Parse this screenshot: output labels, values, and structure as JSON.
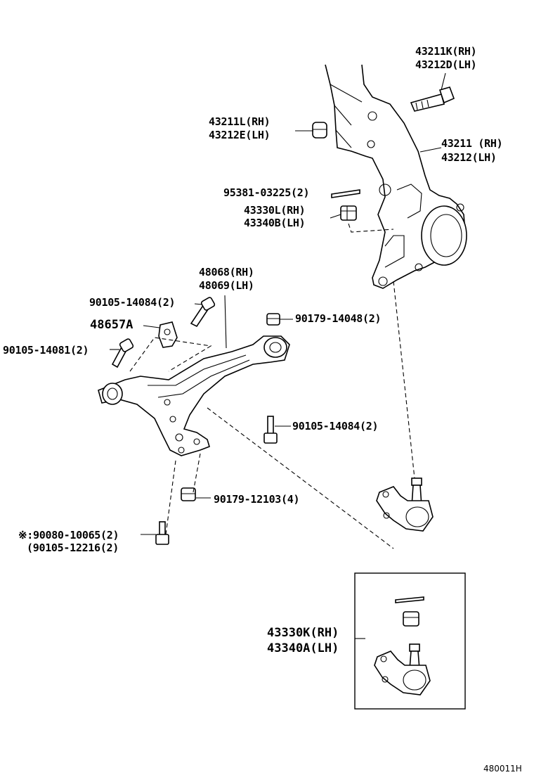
{
  "figure_code": "480011H",
  "labels": {
    "bolt_top": [
      "43211K(RH)",
      "43212D(LH)"
    ],
    "bushing_top": [
      "43211L(RH)",
      "43212E(LH)"
    ],
    "knuckle": [
      "43211 (RH)",
      "43212(LH)"
    ],
    "cotter_pin": "95381-03225(2)",
    "castle_nut": [
      "43330L(RH)",
      "43340B(LH)"
    ],
    "lower_arm": [
      "48068(RH)",
      "48069(LH)"
    ],
    "bolt_arm_top": "90105-14084(2)",
    "bracket": "48657A",
    "bolt_arm_left": "90105-14081(2)",
    "nut_arm": "90179-14048(2)",
    "bolt_arm_mid": "90105-14084(2)",
    "nut_lower": "90179-12103(4)",
    "bolt_bottom": [
      "※:90080-10065(2)",
      "(90105-12216(2)"
    ],
    "ball_joint_kit": [
      "43330K(RH)",
      "43340A(LH)"
    ]
  }
}
